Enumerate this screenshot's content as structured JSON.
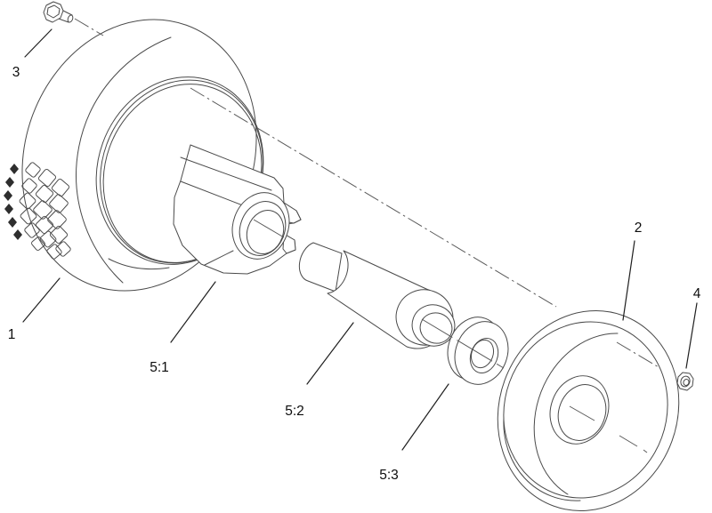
{
  "diagram": {
    "kind": "exploded-parts-line-drawing",
    "background_color": "#ffffff",
    "line_color": "#4a4a4a",
    "label_color": "#0d0d0d",
    "labels": {
      "p1": "1",
      "p2": "2",
      "p3": "3",
      "p4": "4",
      "p51": "5:1",
      "p52": "5:2",
      "p53": "5:3"
    }
  }
}
